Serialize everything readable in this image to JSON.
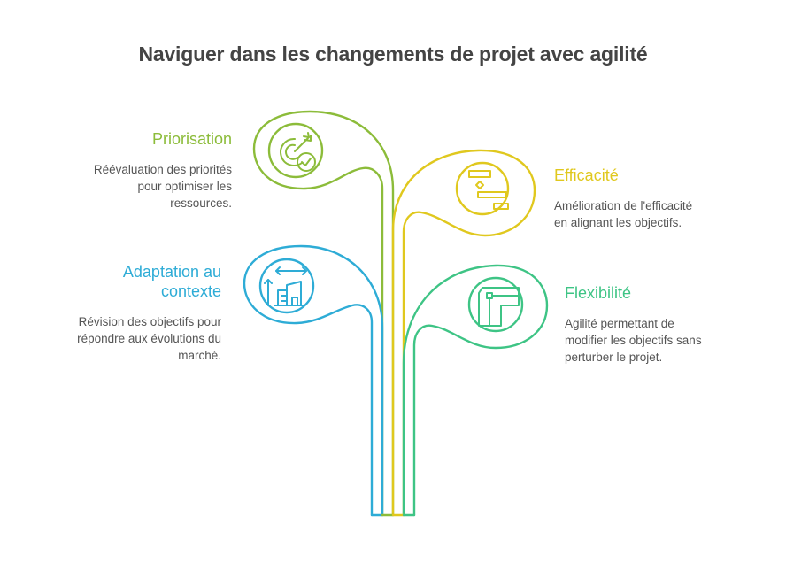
{
  "title": "Naviguer dans les changements de projet avec agilité",
  "colors": {
    "priorisation": "#8cbc3a",
    "efficacite": "#e0c81e",
    "adaptation": "#2eacd6",
    "flexibilite": "#3ec485",
    "text": "#555555",
    "title": "#444444"
  },
  "items": [
    {
      "id": "priorisation",
      "title": "Priorisation",
      "description": "Réévaluation des priorités pour optimiser les ressources.",
      "desc_lines": [
        "Réévaluation des priorités",
        "pour optimiser les",
        "ressources."
      ],
      "icon": "target-check-icon",
      "side": "left"
    },
    {
      "id": "efficacite",
      "title": "Efficacité",
      "description": "Amélioration de l'efficacité en alignant les objectifs.",
      "desc_lines": [
        "Amélioration de l'efficacité",
        "en alignant les objectifs."
      ],
      "icon": "gantt-chart-icon",
      "side": "right"
    },
    {
      "id": "adaptation",
      "title": "Adaptation au contexte",
      "title_lines": [
        "Adaptation au",
        "contexte"
      ],
      "description": "Révision des objectifs pour répondre aux évolutions du marché.",
      "desc_lines": [
        "Révision des objectifs pour",
        "répondre aux évolutions du",
        "marché."
      ],
      "icon": "building-growth-icon",
      "side": "left"
    },
    {
      "id": "flexibilite",
      "title": "Flexibilité",
      "description": "Agilité permettant de modifier les objectifs sans perturber le projet.",
      "desc_lines": [
        "Agilité permettant de",
        "modifier les objectifs sans",
        "perturber le projet."
      ],
      "icon": "flexible-layout-icon",
      "side": "right"
    }
  ]
}
